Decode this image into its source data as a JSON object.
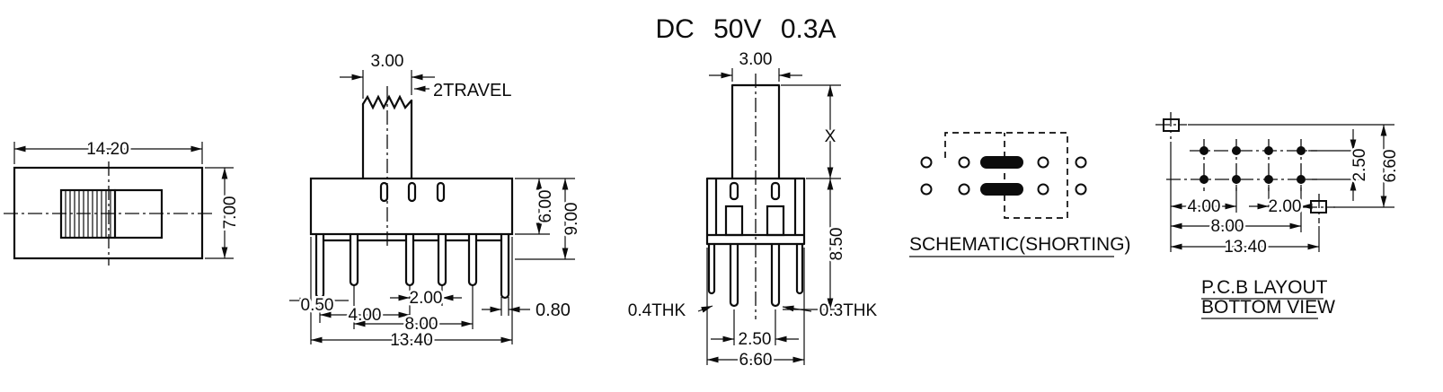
{
  "title": "DC 50V 0.3A",
  "left_view": {
    "width": "14.20",
    "height": "7.00"
  },
  "front_view": {
    "stem_width": "3.00",
    "travel": "2TRAVEL",
    "body_height": "6.00",
    "total_height": "9.00",
    "pin_offset": "0.50",
    "pin_span_a": "4.00",
    "pin_pitch": "2.00",
    "pin_span_b": "8.00",
    "body_width": "13.40",
    "leg_width": "0.80"
  },
  "side_view": {
    "stem_width": "3.00",
    "stem_height": "X",
    "overall_height": "8.50",
    "bracket_thickness": "0.4THK",
    "terminal_thickness": "0.3THK",
    "pin_pitch": "2.50",
    "body_depth": "6.60"
  },
  "schematic": {
    "caption": "SCHEMATIC(SHORTING)"
  },
  "pcb_layout": {
    "row_pitch": "2.50",
    "hole_row_span": "6.60",
    "hole_to_pad": "4.00",
    "pad_pitch": "2.00",
    "pad_span": "8.00",
    "hole_span": "13.40",
    "caption_line1": "P.C.B LAYOUT",
    "caption_line2": "BOTTOM VIEW"
  }
}
